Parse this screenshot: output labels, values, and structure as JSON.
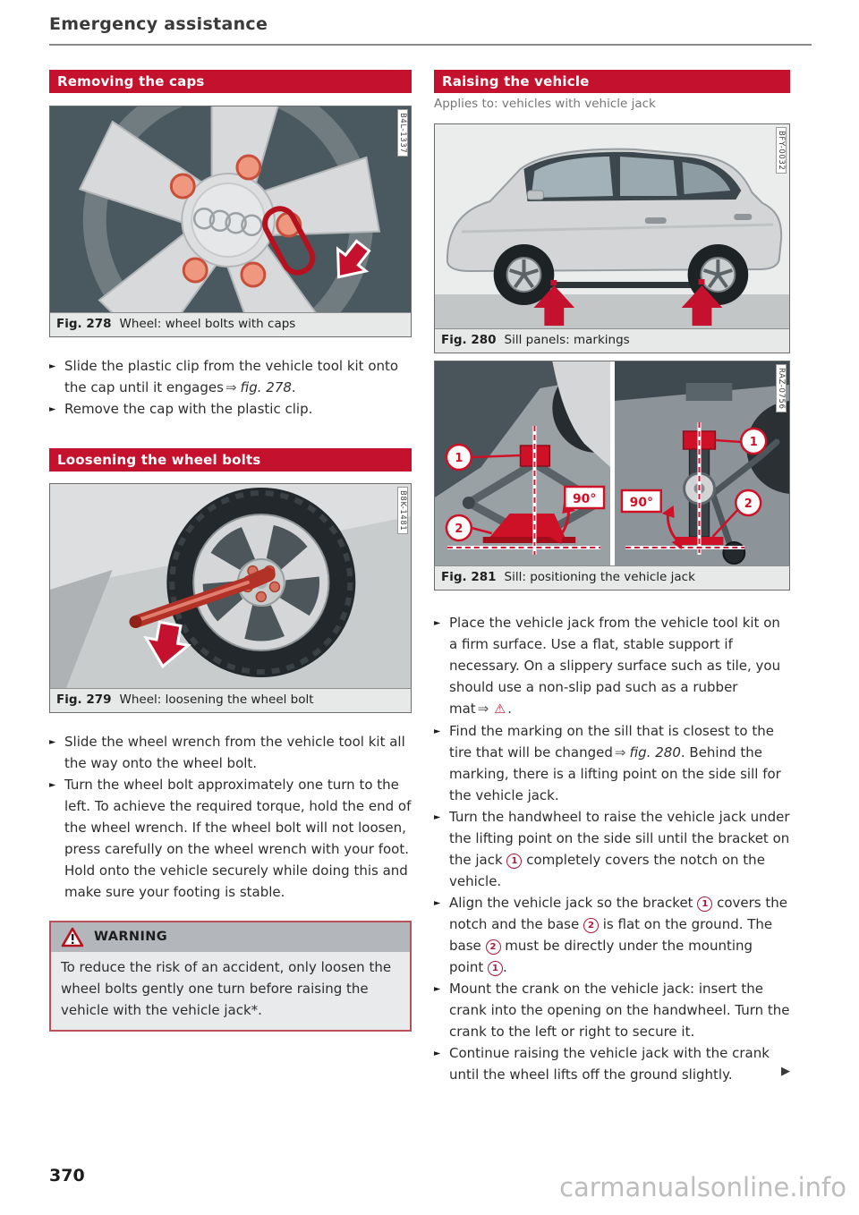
{
  "page": {
    "header_title": "Emergency assistance",
    "page_number": "370",
    "watermark": "carmanualsonline.info"
  },
  "ui": {
    "bullet_glyph": "►",
    "ref_arrow": "⇒",
    "warning_triangle_inline": "⚠",
    "continuation_marker": "▶"
  },
  "left_column": {
    "section_removing": {
      "title": "Removing the caps",
      "figure": {
        "label": "Fig. 278",
        "caption": "Wheel: wheel bolts with caps",
        "code": "B4L-1337"
      },
      "bullet1": {
        "t1": "Slide the plastic clip from the vehicle tool kit onto the cap until it engages",
        "ref": "fig. 278",
        "t2": "."
      },
      "bullet2": "Remove the cap with the plastic clip."
    },
    "section_loosening": {
      "title": "Loosening the wheel bolts",
      "figure": {
        "label": "Fig. 279",
        "caption": "Wheel: loosening the wheel bolt",
        "code": "B8K-1481"
      },
      "bullet1": "Slide the wheel wrench from the vehicle tool kit all the way onto the wheel bolt.",
      "bullet2": "Turn the wheel bolt approximately one turn to the left. To achieve the required torque, hold the end of the wheel wrench. If the wheel bolt will not loosen, press carefully on the wheel wrench with your foot. Hold onto the vehicle securely while doing this and make sure your footing is stable."
    },
    "warning": {
      "title": "WARNING",
      "text": "To reduce the risk of an accident, only loosen the wheel bolts gently one turn before raising the vehicle with the vehicle jack*."
    }
  },
  "right_column": {
    "section_raising": {
      "title": "Raising the vehicle",
      "applies_to": "Applies to: vehicles with vehicle jack",
      "figure_280": {
        "label": "Fig. 280",
        "caption": "Sill panels: markings",
        "code": "BFY-0032"
      },
      "figure_281": {
        "label": "Fig. 281",
        "caption": "Sill: positioning the vehicle jack",
        "code": "RAZ-0756",
        "angle_label": "90°",
        "callout_1": "1",
        "callout_2": "2"
      },
      "bullet1": {
        "t1": "Place the vehicle jack from the vehicle tool kit on a firm surface. Use a flat, stable support if necessary. On a slippery surface such as tile, you should use a non-slip pad such as a rubber mat",
        "t2": "."
      },
      "bullet2": {
        "t1": "Find the marking on the sill that is closest to the tire that will be changed",
        "ref": "fig. 280",
        "t2": ". Behind the marking, there is a lifting point on the side sill for the vehicle jack."
      },
      "bullet3": {
        "t1": "Turn the handwheel to raise the vehicle jack under the lifting point on the side sill until the bracket on the jack ",
        "n1": "1",
        "t2": " completely covers the notch on the vehicle."
      },
      "bullet4": {
        "t1": "Align the vehicle jack so the bracket ",
        "n1": "1",
        "t2": " covers the notch and the base ",
        "n2": "2",
        "t3": " is flat on the ground. The base ",
        "n3": "2",
        "t4": " must be directly under the mounting point ",
        "n4": "1",
        "t5": "."
      },
      "bullet5": "Mount the crank on the vehicle jack: insert the crank into the opening on the handwheel. Turn the crank to the left or right to secure it.",
      "bullet6": "Continue raising the vehicle jack with the crank until the wheel lifts off the ground slightly."
    }
  }
}
